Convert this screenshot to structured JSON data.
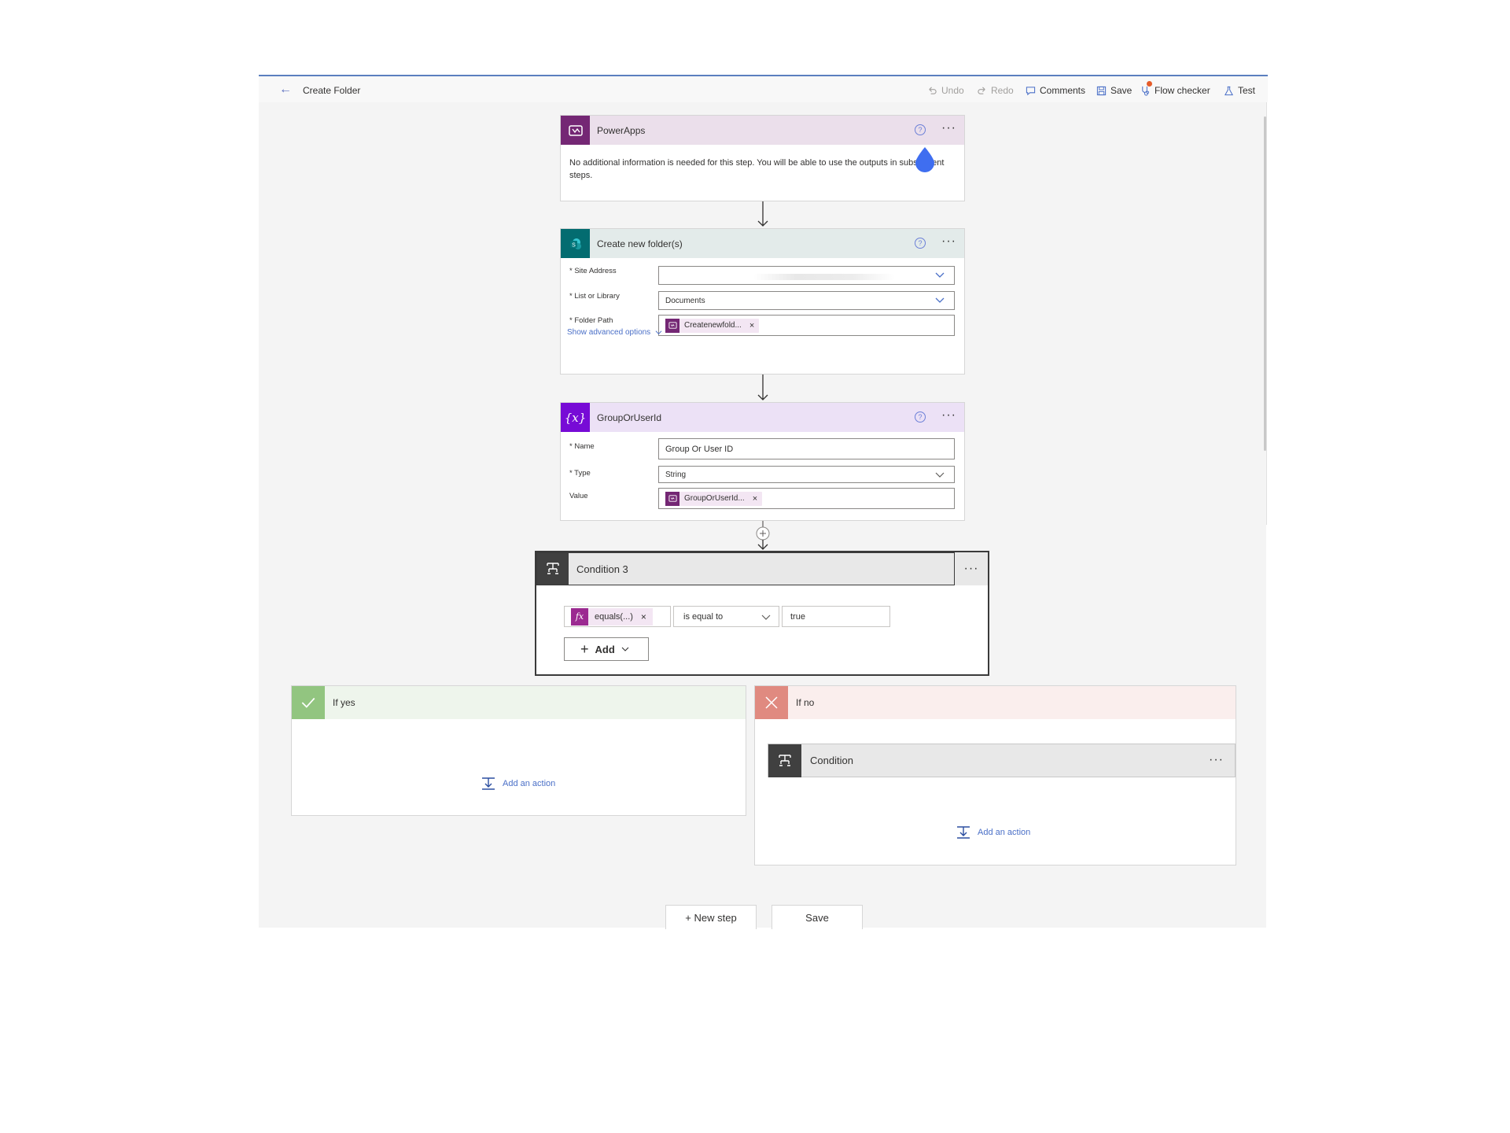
{
  "commandbar": {
    "title": "Create Folder",
    "undo": "Undo",
    "redo": "Redo",
    "comments": "Comments",
    "save": "Save",
    "flow_checker": "Flow checker",
    "test": "Test"
  },
  "powerapps": {
    "title": "PowerApps",
    "help": "?",
    "body": "No additional information is needed for this step. You will be able to use the outputs in subsequent steps."
  },
  "create_folder": {
    "title": "Create new folder(s)",
    "help": "?",
    "site_address_label": "* Site Address",
    "site_address_value": "",
    "list_label": "* List or Library",
    "list_value": "Documents",
    "folder_path_label": "* Folder Path",
    "folder_path_token": "Createnewfold...",
    "advanced": "Show advanced options"
  },
  "variable": {
    "title": "GroupOrUserId",
    "help": "?",
    "name_label": "* Name",
    "name_value": "Group Or User ID",
    "type_label": "* Type",
    "type_value": "String",
    "value_label": "Value",
    "value_token": "GroupOrUserId..."
  },
  "condition": {
    "title": "Condition 3",
    "token": "equals(...)",
    "token_icon": "fx",
    "operator": "is equal to",
    "value": "true",
    "add": "Add"
  },
  "branches": {
    "yes": {
      "title": "If yes",
      "add_action": "Add an action",
      "color": "#92c580"
    },
    "no": {
      "title": "If no",
      "add_action": "Add an action",
      "color": "#e08a80",
      "nested_condition": "Condition"
    }
  },
  "footer": {
    "new_step": "+ New step",
    "save": "Save"
  },
  "colors": {
    "powerapps": "#742774",
    "sharepoint": "#036c70",
    "variable": "#770bd6",
    "condition": "#404040",
    "link": "#4a6fc7"
  }
}
